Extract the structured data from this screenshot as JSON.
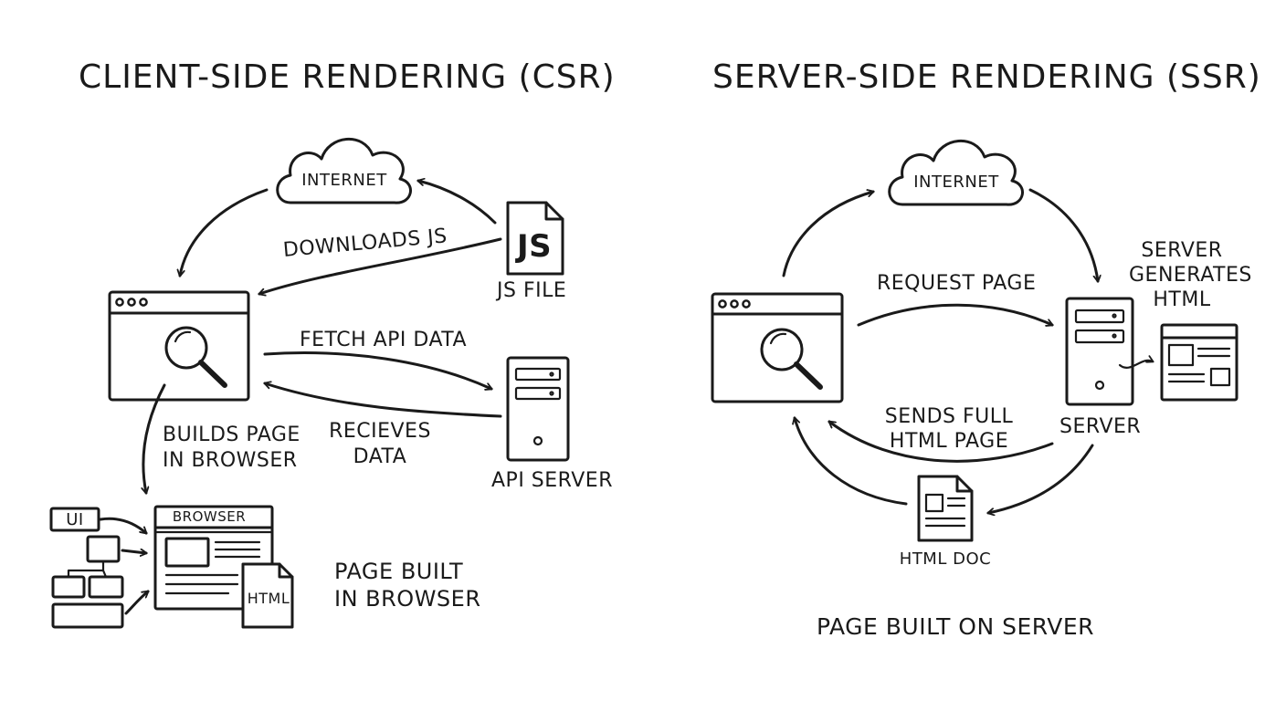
{
  "csr": {
    "title": "CLIENT-SIDE RENDERING (CSR)",
    "internet": "INTERNET",
    "js_badge": "JS",
    "js_file": "JS FILE",
    "downloads_js": "DOWNLOADS JS",
    "fetch_api": "FETCH API DATA",
    "recieves_line1": "RECIEVES",
    "recieves_line2": "DATA",
    "api_server": "API SERVER",
    "builds_line1": "BUILDS PAGE",
    "builds_line2": "IN BROWSER",
    "ui_box": "UI",
    "browser_tab": "BROWSER",
    "html_badge": "HTML",
    "page_built_line1": "PAGE BUILT",
    "page_built_line2": "IN BROWSER"
  },
  "ssr": {
    "title": "SERVER-SIDE RENDERING (SSR)",
    "internet": "INTERNET",
    "request_page": "REQUEST PAGE",
    "server_generates_line1": "SERVER",
    "server_generates_line2": "GENERATES",
    "server_generates_line3": "HTML",
    "server": "SERVER",
    "sends_line1": "SENDS FULL",
    "sends_line2": "HTML PAGE",
    "html_doc": "HTML DOC",
    "page_built": "PAGE BUILT ON SERVER"
  },
  "icons": [
    "cloud-icon",
    "js-file-icon",
    "browser-window-icon",
    "magnifier-icon",
    "server-tower-icon",
    "html-document-icon",
    "arrow-icon"
  ]
}
